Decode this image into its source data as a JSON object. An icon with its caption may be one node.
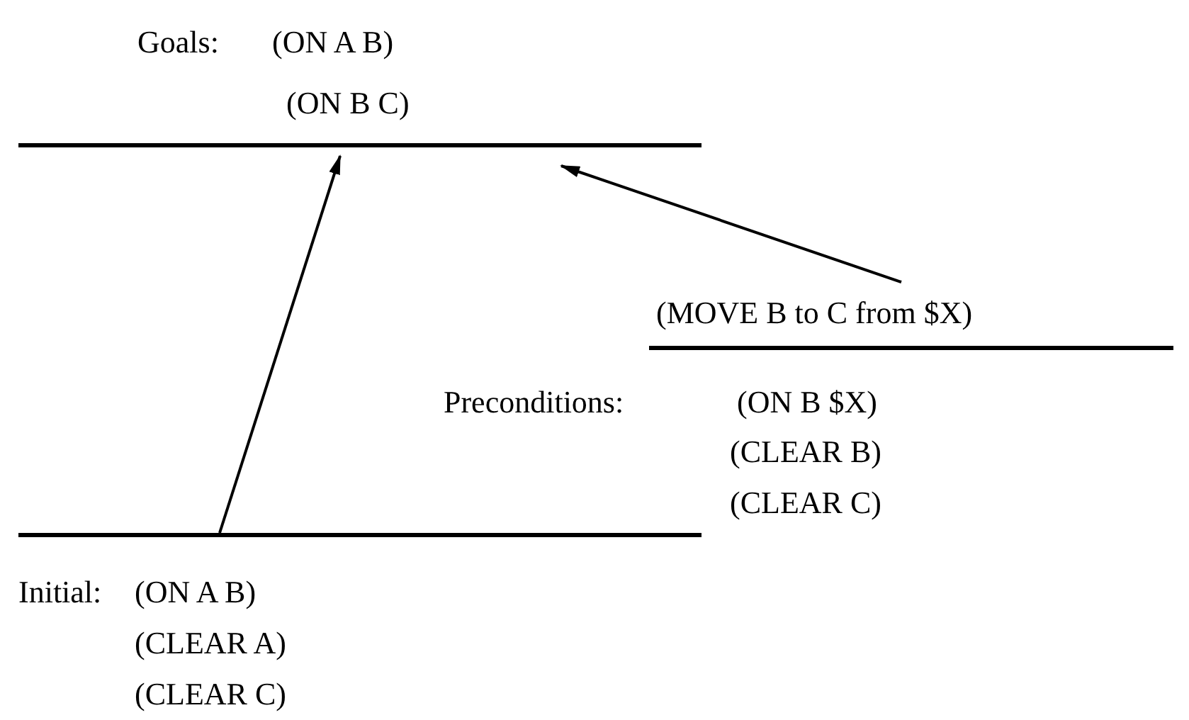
{
  "diagram": {
    "nodes": [
      {
        "text": [
          "Goals:",
          "(ON A B)",
          "(ON B C)"
        ]
      },
      {
        "text": [
          "(MOVE B to C from $X)",
          "Preconditions:",
          "(ON B $X)",
          "(CLEAR B)",
          "(CLEAR C)"
        ]
      },
      {
        "text": [
          "Initial:",
          "(ON A B)",
          "(CLEAR A)",
          "(CLEAR C)"
        ]
      }
    ],
    "edges": [
      {
        "from": 2,
        "to": 0,
        "arrow": "to"
      },
      {
        "from": 1,
        "to": 0,
        "arrow": "to"
      }
    ]
  }
}
